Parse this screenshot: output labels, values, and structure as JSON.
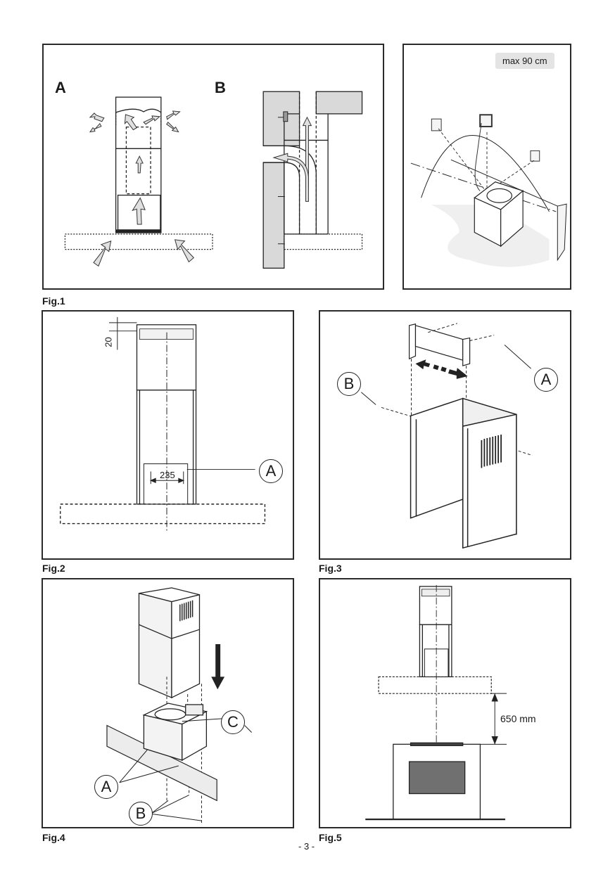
{
  "page": {
    "page_number": "- 3 -"
  },
  "figures": [
    {
      "id": "fig1",
      "label": "Fig.1",
      "sub_labels": [
        "A",
        "B"
      ],
      "side_tag": "max 90 cm"
    },
    {
      "id": "fig2",
      "label": "Fig.2",
      "dimensions": {
        "top_offset": "20",
        "hole_spacing": "235"
      },
      "callouts": [
        "A"
      ]
    },
    {
      "id": "fig3",
      "label": "Fig.3",
      "callouts": [
        "A",
        "B"
      ]
    },
    {
      "id": "fig4",
      "label": "Fig.4",
      "callouts": [
        "A",
        "B",
        "C"
      ]
    },
    {
      "id": "fig5",
      "label": "Fig.5",
      "dimensions": {
        "height_above_hob": "650 mm"
      }
    }
  ],
  "colors": {
    "line": "#222222",
    "wall_fill": "#d9d9d9",
    "arrow_fill": "#e0e0e0",
    "oven_window": "#707070",
    "tag_bg": "#e4e4e4"
  }
}
